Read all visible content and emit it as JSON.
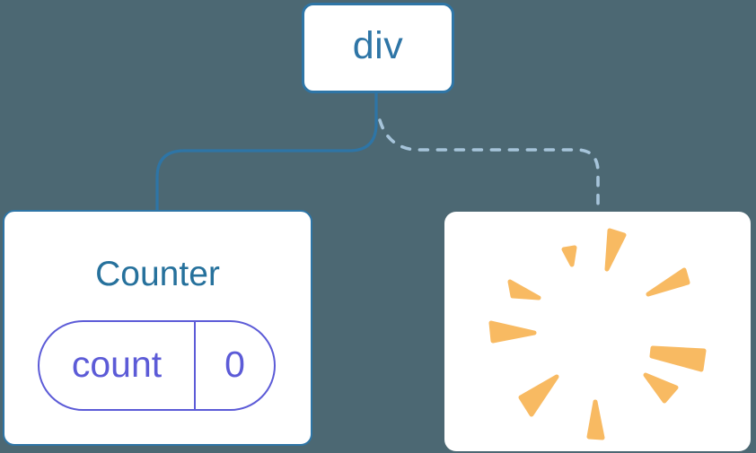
{
  "tree": {
    "root": {
      "label": "div"
    },
    "kept_child": {
      "title": "Counter",
      "state": {
        "key": "count",
        "value": "0"
      }
    },
    "removed_child": {
      "icon": "poof-burst-icon"
    }
  },
  "colors": {
    "background": "#4C6873",
    "node_fill": "#FFFFFF",
    "node_border": "#2E75A6",
    "root_label": "#2E75A6",
    "component_label": "#26719C",
    "solid_edge": "#2E75A6",
    "dashed_edge": "#A6C4DA",
    "state_accent": "#5C5BD7",
    "poof": "#F8BA62"
  }
}
